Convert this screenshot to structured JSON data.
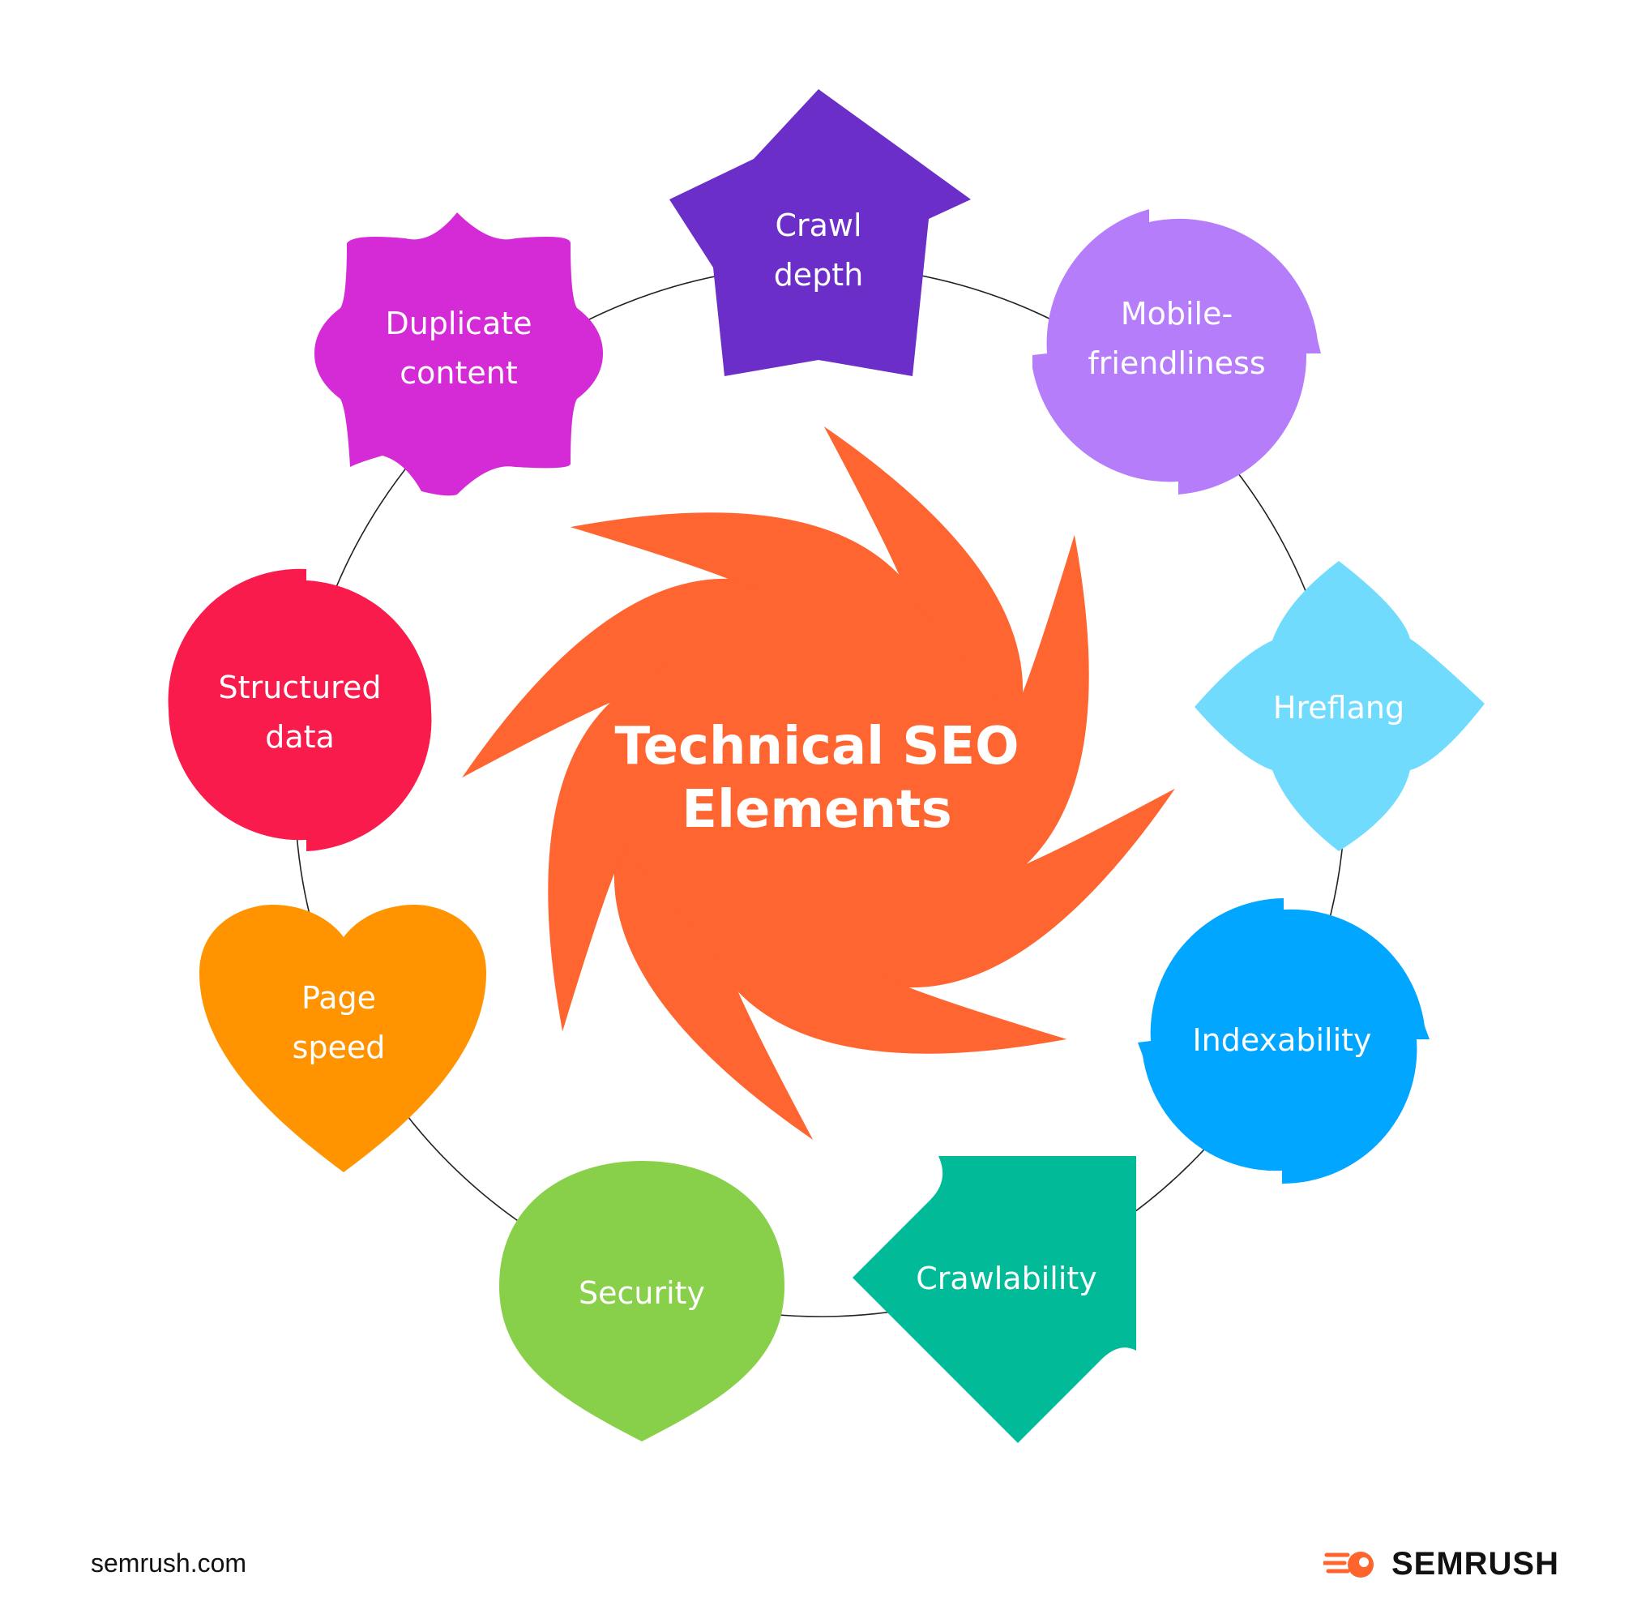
{
  "center": {
    "line1": "Technical SEO",
    "line2": "Elements",
    "color": "#FF6530"
  },
  "elements": [
    {
      "id": "crawl-depth",
      "lines": [
        "Crawl",
        "depth"
      ],
      "color": "#6C2EC8"
    },
    {
      "id": "mobile-friendliness",
      "lines": [
        "Mobile-",
        "friendliness"
      ],
      "color": "#B57DFA"
    },
    {
      "id": "hreflang",
      "lines": [
        "Hreflang"
      ],
      "color": "#71DBFE"
    },
    {
      "id": "indexability",
      "lines": [
        "Indexability"
      ],
      "color": "#00A6FF"
    },
    {
      "id": "crawlability",
      "lines": [
        "Crawlability"
      ],
      "color": "#00BA98"
    },
    {
      "id": "security",
      "lines": [
        "Security"
      ],
      "color": "#89D04A"
    },
    {
      "id": "page-speed",
      "lines": [
        "Page",
        "speed"
      ],
      "color": "#FF9300"
    },
    {
      "id": "structured-data",
      "lines": [
        "Structured",
        "data"
      ],
      "color": "#F81B4C"
    },
    {
      "id": "duplicate-content",
      "lines": [
        "Duplicate",
        "content"
      ],
      "color": "#D42BD6"
    }
  ],
  "footer": {
    "site": "semrush.com",
    "brand": "SEMRUSH",
    "brand_icon": "semrush-flame-icon",
    "brand_color": "#FF642D"
  }
}
